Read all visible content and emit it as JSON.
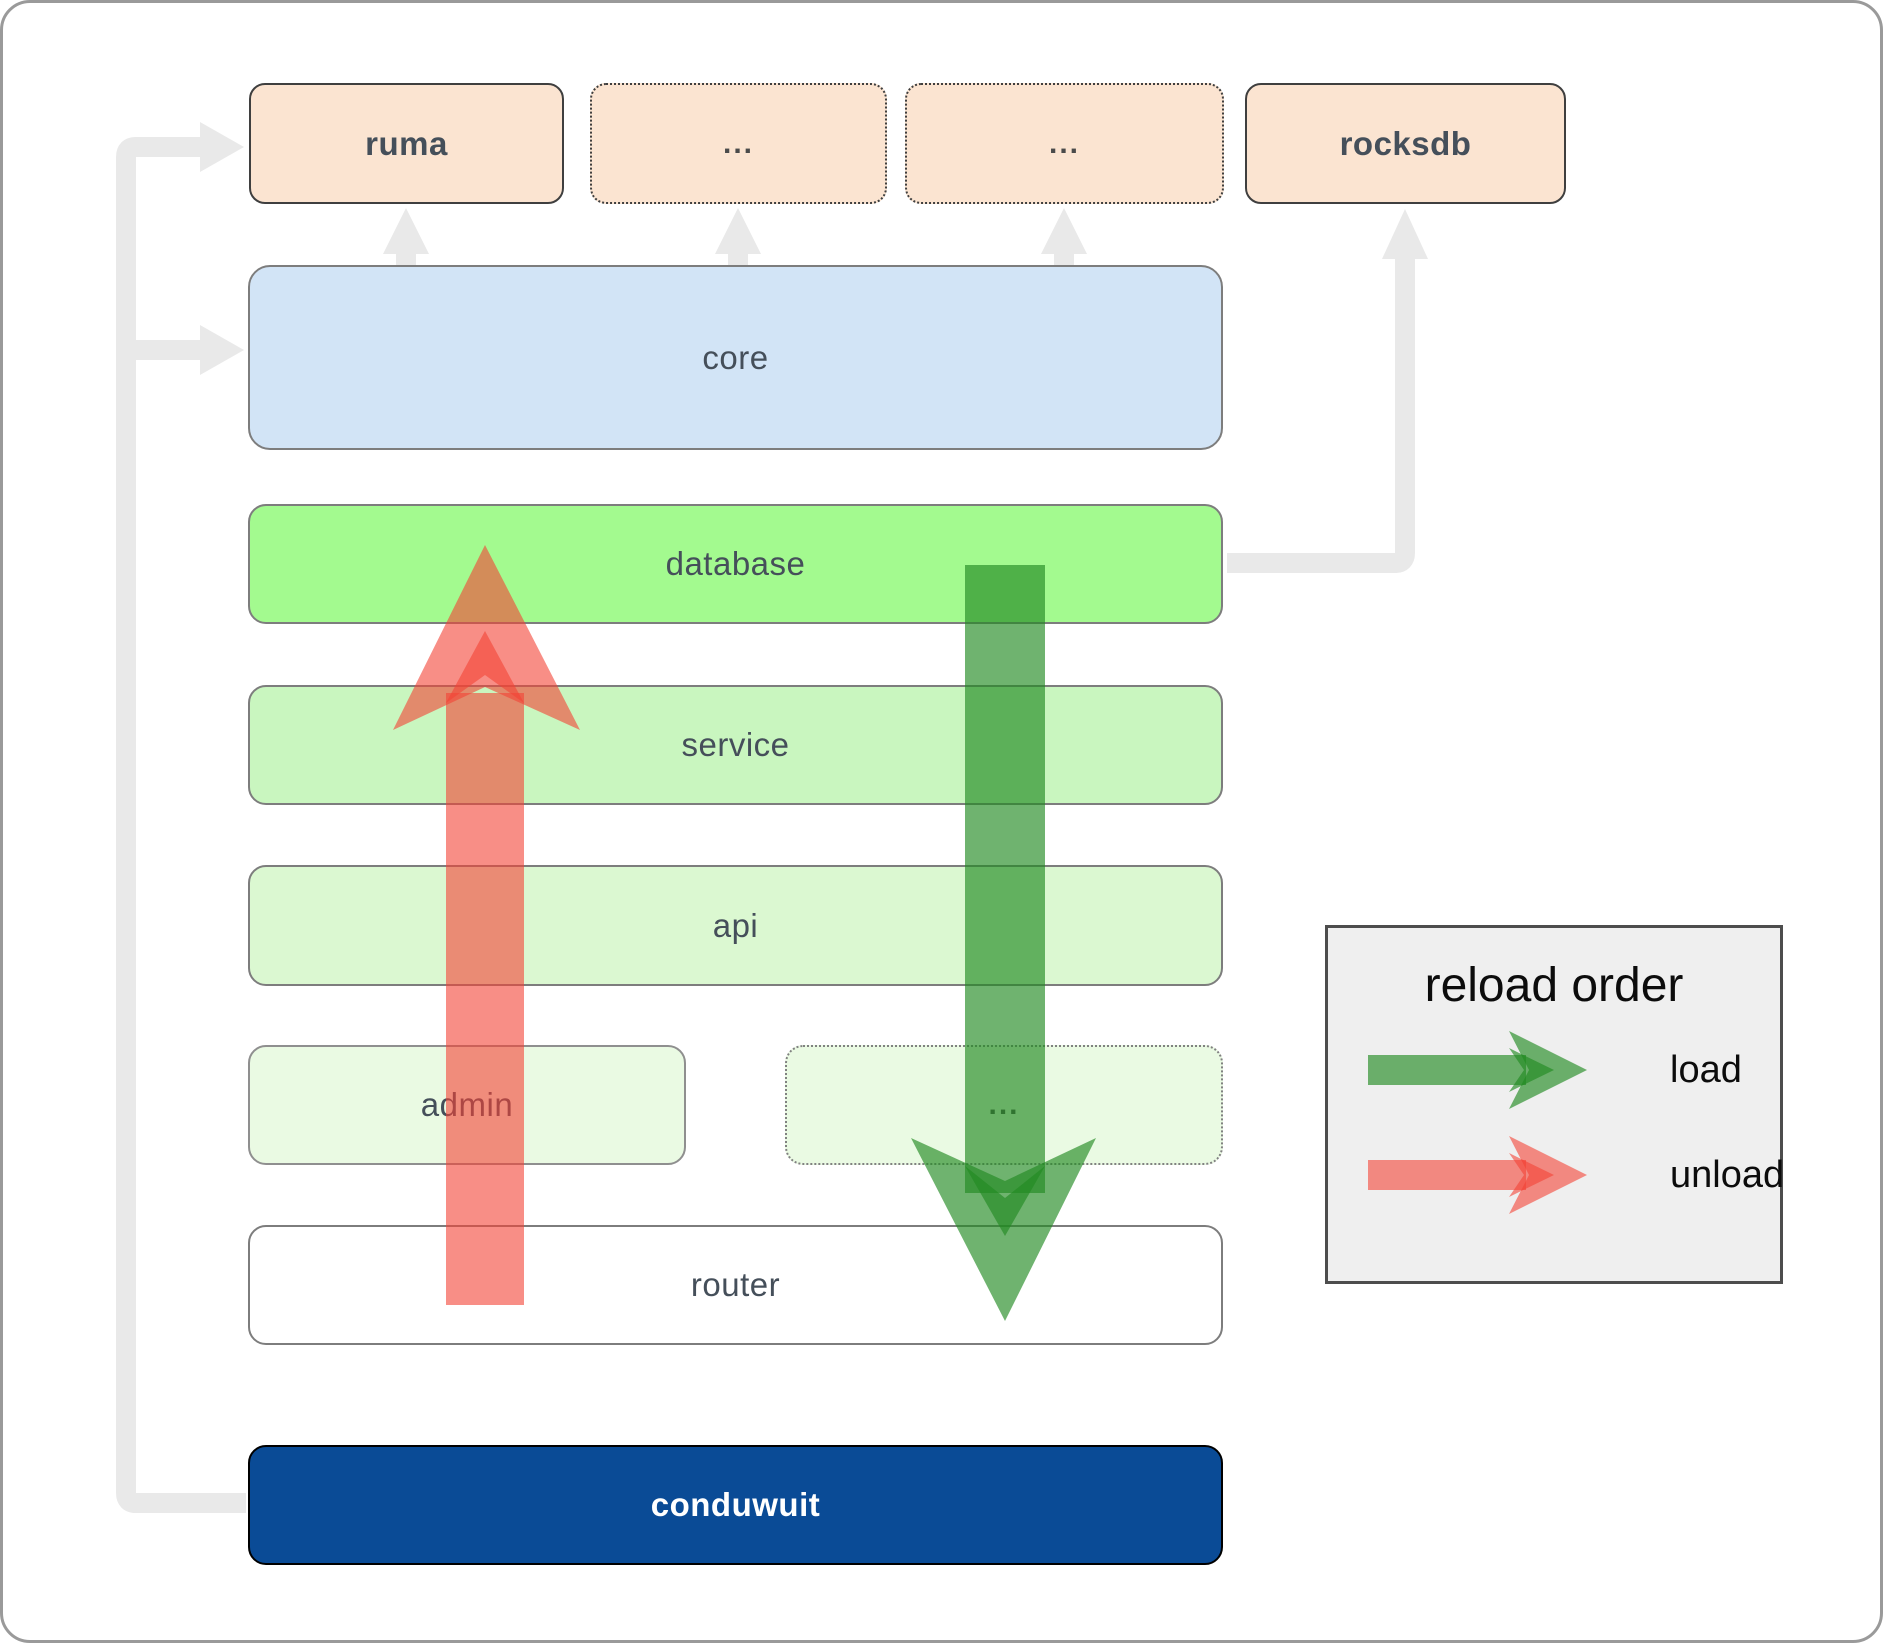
{
  "diagram": {
    "top_row": [
      {
        "label": "ruma"
      },
      {
        "label": "..."
      },
      {
        "label": "..."
      },
      {
        "label": "rocksdb"
      }
    ],
    "core": {
      "label": "core"
    },
    "database": {
      "label": "database"
    },
    "service": {
      "label": "service"
    },
    "api": {
      "label": "api"
    },
    "admin": {
      "label": "admin"
    },
    "admin_dots": {
      "label": "..."
    },
    "router": {
      "label": "router"
    },
    "app": {
      "label": "conduwuit"
    }
  },
  "legend": {
    "title": "reload order",
    "items": [
      {
        "label": "load"
      },
      {
        "label": "unload"
      }
    ]
  },
  "colors": {
    "peach": "#fbe4d1",
    "blue": "#d2e4f6",
    "green_bright": "#a3fa8f",
    "green_mid": "#c9f6bf",
    "green_light": "#dbf8d1",
    "green_pale": "#eafae3",
    "navy": "#0a4b96",
    "legend_bg": "#efefef",
    "connector": "#e9e9e9",
    "load_arrow": "rgba(34,139,34,0.65)",
    "unload_arrow": "rgba(244,67,54,0.6)",
    "label": "#454f5a",
    "border_dark": "#3f3f3f",
    "border_gray": "#7d7d7d"
  }
}
